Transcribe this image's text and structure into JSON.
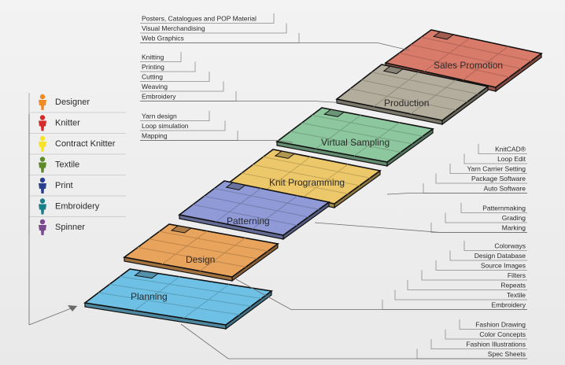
{
  "legend": [
    {
      "label": "Designer",
      "color": "#f08a24"
    },
    {
      "label": "Knitter",
      "color": "#d62b2b"
    },
    {
      "label": "Contract Knitter",
      "color": "#f6e32a"
    },
    {
      "label": "Textile",
      "color": "#5f8a2c"
    },
    {
      "label": "Print",
      "color": "#2b3f8f"
    },
    {
      "label": "Embroidery",
      "color": "#1b7f8a"
    },
    {
      "label": "Spinner",
      "color": "#7a4a8f"
    }
  ],
  "floors": [
    {
      "label": "Planning",
      "color": "#6ec1e4"
    },
    {
      "label": "Design",
      "color": "#e8a35c"
    },
    {
      "label": "Patterning",
      "color": "#8f9ad6"
    },
    {
      "label": "Knit Programming",
      "color": "#ecc86a"
    },
    {
      "label": "Virtual Sampling",
      "color": "#8dc79e"
    },
    {
      "label": "Production",
      "color": "#b2ad9c"
    },
    {
      "label": "Sales Promotion",
      "color": "#d97b6b"
    }
  ],
  "left_groups": [
    {
      "items": [
        "Posters, Catalogues and POP Material",
        "Visual Merchandising",
        "Web Graphics"
      ]
    },
    {
      "items": [
        "Knitting",
        "Printing",
        "Cutting",
        "Weaving",
        "Embroidery"
      ]
    },
    {
      "items": [
        "Yarn design",
        "Loop simulation",
        "Mapping"
      ]
    }
  ],
  "right_groups": [
    {
      "items": [
        "KnitCAD®",
        "Loop Edit",
        "Yarn Carrier Setting",
        "Package Software",
        "Auto Software"
      ]
    },
    {
      "items": [
        "Patternmaking",
        "Grading",
        "Marking"
      ]
    },
    {
      "items": [
        "Colorways",
        "Design Database",
        "Source Images",
        "Filters",
        "Repeats",
        "Textile",
        "Embroidery"
      ]
    },
    {
      "items": [
        "Fashion Drawing",
        "Color Concepts",
        "Fashion Illustrations",
        "Spec Sheets"
      ]
    }
  ]
}
